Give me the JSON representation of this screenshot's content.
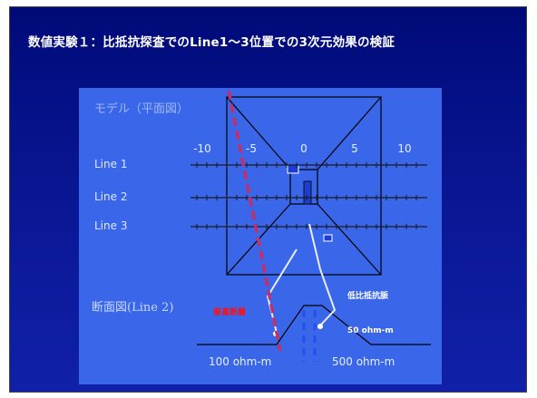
{
  "title": "数値実験１：比抵抗探査でのLine1～3位置での3次元効果の検証",
  "model_label": "モデル（平面図）",
  "axis_ticks": [
    "-10",
    "-5",
    "0",
    "5",
    "10"
  ],
  "lines": [
    "Line 1",
    "Line 2",
    "Line 3"
  ],
  "section_label": "断面図(Line 2)",
  "fault_label": "垂直断層",
  "low_res_label": "低比抵抗脈",
  "low_res_value": "50 ohm-m",
  "left_res_value": "100 ohm-m",
  "right_res_value": "500 ohm-m",
  "colors": {
    "background": "#000a78",
    "panel": "#3a66ea",
    "fault": "#c0306a",
    "fault_label": "#ff1010",
    "text_light": "#dde8ff"
  }
}
